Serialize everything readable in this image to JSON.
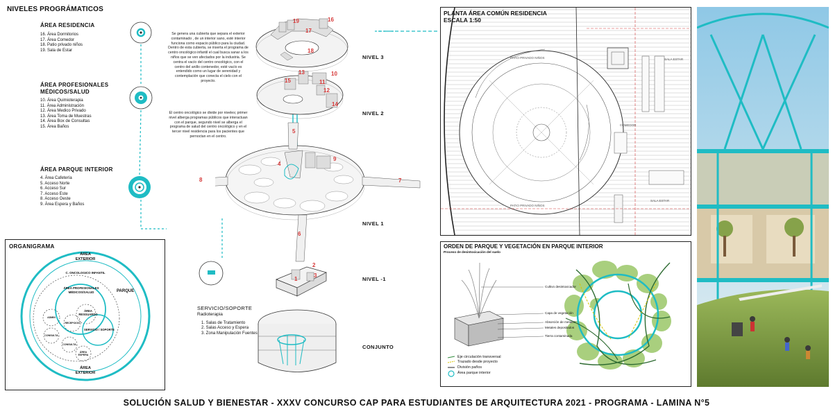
{
  "colors": {
    "accent": "#1fbcc4",
    "red": "#d63a3a",
    "line": "#222222",
    "green": "#a9cf7e"
  },
  "header": {
    "title": "NIVELES PROGRÁMATICOS"
  },
  "areas": {
    "residencia": {
      "title": "ÁREA RESIDENCIA",
      "items": [
        "16. Área Dormitorios",
        "17. Área Comedor",
        "18. Patio privado niños",
        "19. Sala de Estar"
      ]
    },
    "profesionales": {
      "title": "ÁREA PROFESIONALES MÉDICOS/SALUD",
      "items": [
        "10.  Área Quimioterapia",
        "11.  Área Administración",
        "12.  Área Medico Privado",
        "13.  Área Toma de Muestras",
        "14.  Área Box de Consultas",
        "15.  Área Baños"
      ]
    },
    "parque": {
      "title": "ÁREA PARQUE INTERIOR",
      "items": [
        "4.  Área Cafetería",
        "5.  Acceso Norte",
        "6.  Acceso Sur",
        "7.  Acceso Este",
        "8.  Acceso Oeste",
        "9.  Área Espera y Baños"
      ]
    },
    "servicio": {
      "title": "SERVICIO/SOPORTE",
      "subtitle": "Radioterapia",
      "items": [
        "1.  Salas de Tratamiento",
        "2.  Salas Acceso y Espera",
        "3.  Zona Manipulación Fuentes"
      ]
    }
  },
  "paragraphs": {
    "p1": "Se genera una cubierta que separa el exterior contaminado , de un interior sano, esté interior funciona como espacio público para la ciudad. Dentro de esta cubierta, se inserta el programa de centro oncológico infantil el cual busca sanar a los niños que se ven afectados por la industria. Se centra el vacío del centro oncológico, con el centro del anillo contenedor, esté vacío es entendido como un lugar de serenidad y contemplación que conecta el cielo con el proyecto.",
    "p2": "El centro oncológico se divide por niveles; primer nivel alberga programas públicos que interactuan con el parque, segundo nivel se alberga el programa de salud del centro oncológico y en el tercer nivel residencia para los pacientes que pernoctan en el centro."
  },
  "levels": {
    "n3": "NIVEL 3",
    "n2": "NIVEL 2",
    "n1": "NIVEL 1",
    "nm1": "NIVEL -1",
    "conjunto": "CONJUNTO"
  },
  "numbers": {
    "n3": [
      "19",
      "17",
      "16",
      "18"
    ],
    "n2": [
      "13",
      "10",
      "15",
      "11",
      "12",
      "14"
    ],
    "n1": [
      "5",
      "4",
      "9",
      "8",
      "7",
      "6"
    ],
    "nm1": [
      "2",
      "1",
      "3"
    ]
  },
  "organigrama": {
    "title": "ORGANIGRAMA",
    "exterior_top": "ÁREA EXTERIOR",
    "exterior_bottom": "ÁREA EXTERIOR",
    "oncologico": "C. ONCOLOGICO INFANTIL",
    "parque": "PARQUE",
    "profesionales": "ÁREA PROFESIONALES MÉDICOS/SALUD",
    "resguardo": "ÁREA RESGUARDO",
    "servicio": "SERVICIO / SOPORTE",
    "admin": "ADMIN",
    "recepcion": "RECEPCION",
    "consulta1": "CONSULTA",
    "consulta2": "CONSULTA",
    "area_espera": "ÁREA ESPERA"
  },
  "plan": {
    "title": "PLANTA ÁREA COMÚN RESIDENCIA",
    "scale": "ESCALA 1:50",
    "labels": {
      "patio_top": "PATIO PRIVADO NIÑOS",
      "sala_top": "SALA ESTAR",
      "comedor": "COMEDOR",
      "patio_bottom": "PATIO PRIVADO NIÑOS",
      "sala_bottom": "SALA ESTAR"
    }
  },
  "vegetation": {
    "title": "ORDEN DE  PARQUE Y VEGETACIÓN EN PARQUE INTERIOR",
    "subtitle": "Proceso de desintoxicación del suelo",
    "labels": [
      "Cultivo desintoxicador",
      "Capa de vegetación",
      "Absorción de metales",
      "Metales depositados",
      "Tierra contaminada"
    ],
    "legend": [
      "Eje circulación transversal",
      "Trazado desde proyecto",
      "División paños",
      "Área parque interior"
    ]
  },
  "footer": {
    "title": "SOLUCIÓN SALUD Y BIENESTAR - XXXV CONCURSO CAP PARA ESTUDIANTES DE ARQUITECTURA 2021 - PROGRAMA - LAMINA N°5"
  }
}
